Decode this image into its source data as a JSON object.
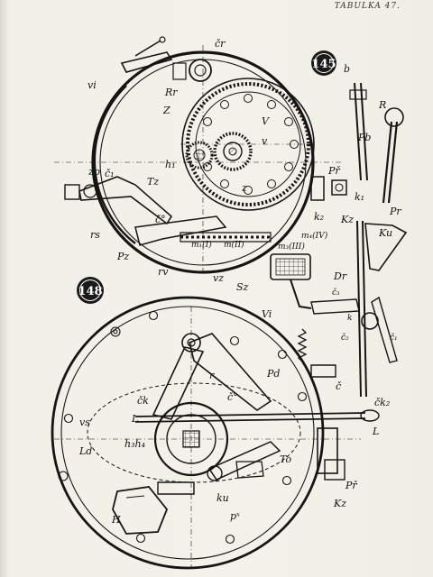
{
  "header": {
    "text": "TABULKA 47."
  },
  "figures": [
    {
      "number": "145"
    },
    {
      "number": "148"
    }
  ],
  "labels_fig145": {
    "vi": "vi",
    "cr": "čr",
    "Rr": "Rr",
    "Z": "Z",
    "V": "V",
    "v": "v",
    "h1": "h₁",
    "z": "z",
    "zp": "zp",
    "c1": "č₁",
    "Tz": "Tz",
    "c0": "č°",
    "rs": "rs",
    "Pz": "Pz",
    "rv": "rv",
    "vz": "vz",
    "Sz": "Sz",
    "m1I": "m₁(I)",
    "mII": "m(II)",
    "m3III": "m₃(III)",
    "m4IV": "m₄(IV)",
    "k2": "k₂",
    "k1": "k₁",
    "Pr2": "Př",
    "Kz": "Kz",
    "b": "b",
    "R": "R",
    "Pb": "Pb",
    "Pr": "Pr",
    "Ku": "Ku",
    "Dr": "Dr",
    "c3": "č₃",
    "k": "k",
    "c2": "č₂",
    "c1b": "č₁"
  },
  "labels_fig148": {
    "Vi": "Vi",
    "r": "r",
    "Pd": "Pd",
    "ck": "čk",
    "c0": "č°",
    "L": "L",
    "c": "č",
    "ck2": "čk₂",
    "vs": "vs",
    "h3h4": "h₃h₄",
    "Ld": "Ld",
    "To": "To",
    "ku": "ku",
    "H": "H",
    "px": "pˣ",
    "Pr": "Př",
    "Kz": "Kz",
    "L2": "L"
  }
}
